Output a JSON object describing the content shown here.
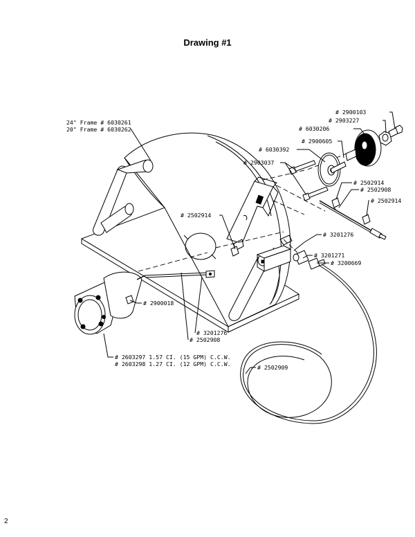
{
  "title": "Drawing #1",
  "page_number": "2",
  "labels": {
    "frame_24": "24\" Frame # 6030261",
    "frame_20": "20\" Frame # 6030262",
    "p2900103": "# 2900103",
    "p2903227": "# 2903227",
    "p6030206": "# 6030206",
    "p2900605": "# 2900605",
    "p6030392": "# 6030392",
    "p2903037": "# 2903037",
    "p2502914_a": "# 2502914",
    "p2502908_a": "# 2502908",
    "p2502914_b": "# 2502914",
    "p2502914_c": "# 2502914",
    "p3201276_a": "# 3201276",
    "p3201271": "# 3201271",
    "p3200669": "# 3200669",
    "p2900018": "# 2900018",
    "p3201276_b": "# 3201276",
    "p2502908_b": "# 2502908",
    "pump_1": "# 2603297  1.57  CI. (15 GPM) C.C.W.",
    "pump_2": "# 2603298  1.27  CI. (12 GPM) C.C.W.",
    "p2502909": "# 2502909"
  }
}
